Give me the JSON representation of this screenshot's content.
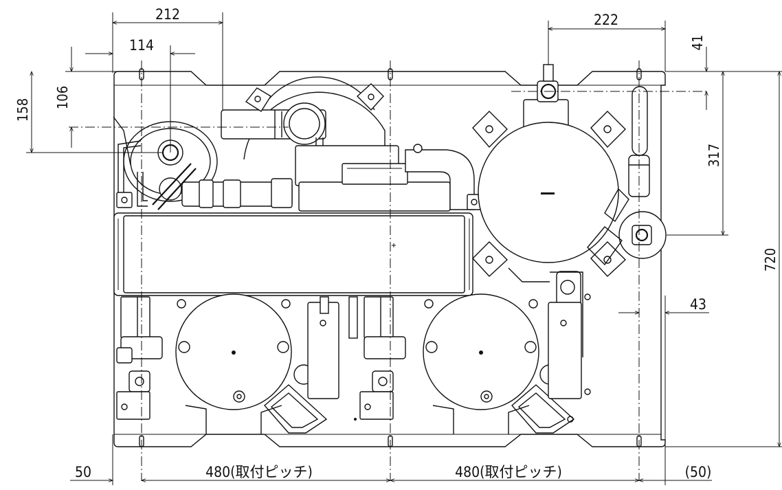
{
  "dimensions": {
    "d212": "212",
    "d114": "114",
    "d106": "106",
    "d158": "158",
    "d222": "222",
    "d41": "41",
    "d317": "317",
    "d720": "720",
    "d43": "43",
    "d50_left": "50",
    "d480_left": "480(取付ピッチ)",
    "d480_right": "480(取付ピッチ)",
    "d50_right": "(50)"
  }
}
